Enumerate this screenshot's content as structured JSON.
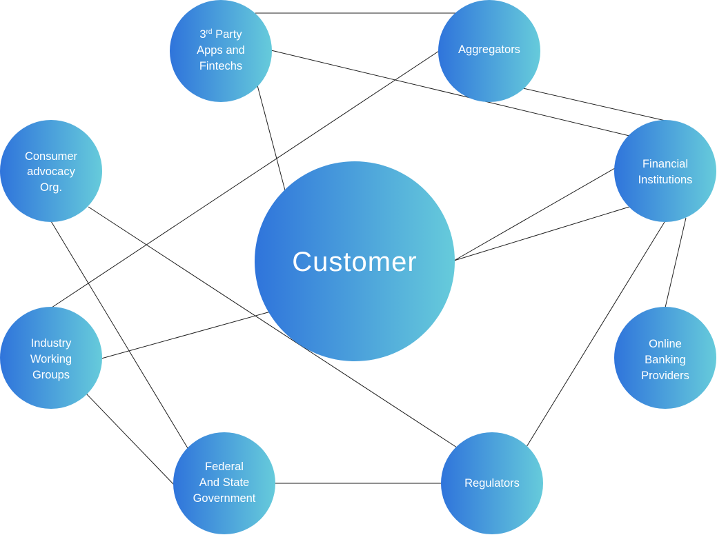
{
  "colors": {
    "gradient_start": "#2f74db",
    "gradient_end": "#66cbdb",
    "edge": "#1f1f1f",
    "label": "#ffffff",
    "background": "#ffffff"
  },
  "nodes": {
    "customer": {
      "label": "Customer"
    },
    "third_party": {
      "line1_prefix": "3",
      "line1_sup": "rd",
      "line1_suffix": " Party",
      "line2": "Apps and",
      "line3": "Fintechs"
    },
    "aggregators": {
      "line1": "Aggregators"
    },
    "consumer_advocacy": {
      "line1": "Consumer",
      "line2": "advocacy",
      "line3": "Org."
    },
    "financial_institutions": {
      "line1": "Financial",
      "line2": "Institutions"
    },
    "industry_working_groups": {
      "line1": "Industry",
      "line2": "Working",
      "line3": "Groups"
    },
    "online_banking": {
      "line1": "Online",
      "line2": "Banking",
      "line3": "Providers"
    },
    "federal_state": {
      "line1": "Federal",
      "line2": "And State",
      "line3": "Government"
    },
    "regulators": {
      "line1": "Regulators"
    }
  }
}
